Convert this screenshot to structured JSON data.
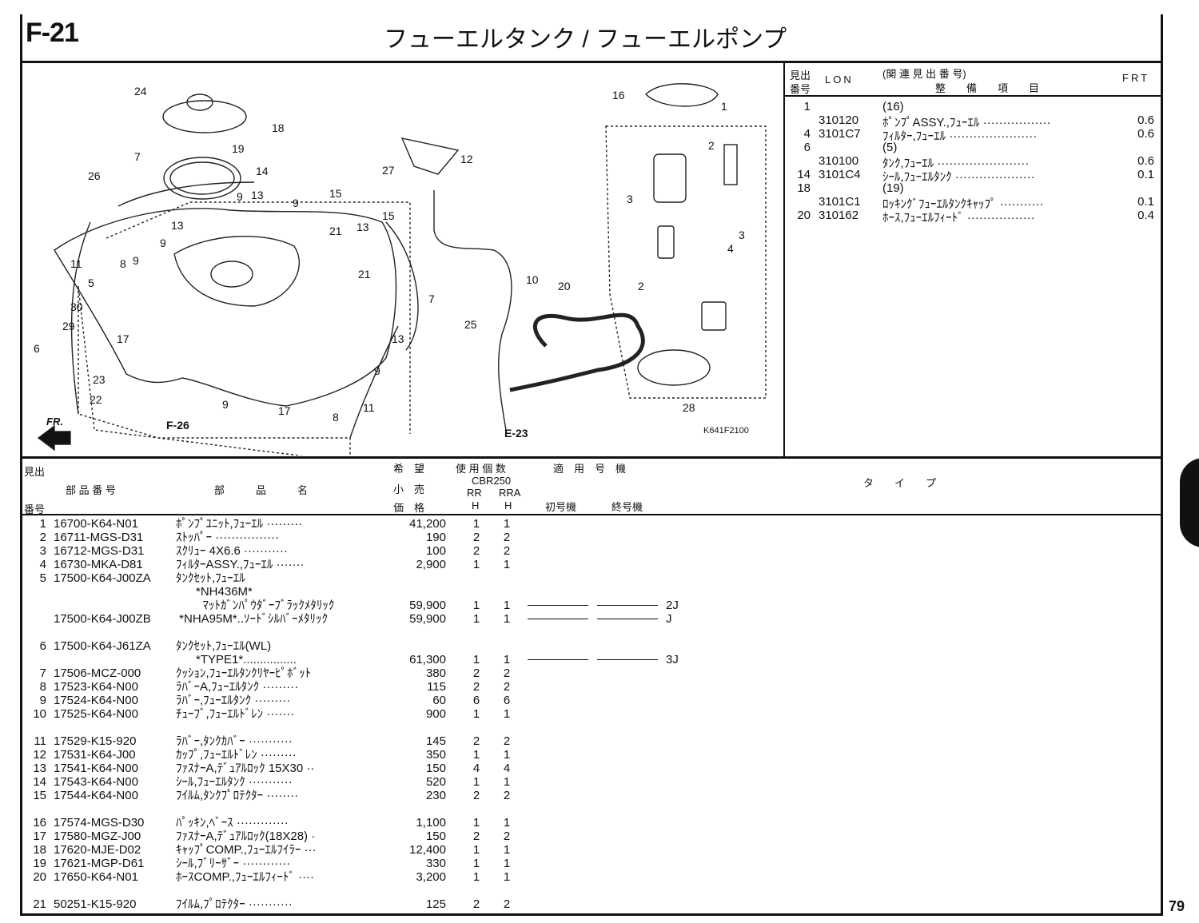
{
  "header": {
    "section_code": "F-21",
    "title": "フューエルタンク / フューエルポンプ"
  },
  "diagram": {
    "callouts": [
      "24",
      "18",
      "19",
      "7",
      "14",
      "26",
      "9",
      "13",
      "9",
      "15",
      "13",
      "21",
      "13",
      "15",
      "9",
      "11",
      "8",
      "9",
      "5",
      "21",
      "7",
      "30",
      "29",
      "17",
      "6",
      "13",
      "23",
      "22",
      "9",
      "11",
      "9",
      "17",
      "8",
      "25",
      "10",
      "27",
      "12",
      "16",
      "1",
      "2",
      "3",
      "3",
      "4",
      "2",
      "20",
      "28"
    ],
    "refs": {
      "f26": "F-26",
      "e23": "E-23",
      "front": "FR.",
      "drawing_code": "K641F2100"
    }
  },
  "frt_table": {
    "headers": {
      "index_1": "見出",
      "index_2": "番号",
      "lon": "LON",
      "related": "(関 連 見 出 番 号)",
      "item": "整　　備　　項　　目",
      "frt": "FRT"
    },
    "rows": [
      {
        "index": "1",
        "lon": "",
        "item": "(16)",
        "frt": ""
      },
      {
        "index": "",
        "lon": "310120",
        "item": "ﾎﾟﾝﾌﾟASSY.,ﾌｭｰｴﾙ ·················",
        "frt": "0.6"
      },
      {
        "index": "4",
        "lon": "3101C7",
        "item": "ﾌｨﾙﾀｰ,ﾌｭｰｴﾙ ······················",
        "frt": "0.6"
      },
      {
        "index": "6",
        "lon": "",
        "item": "(5)",
        "frt": ""
      },
      {
        "index": "",
        "lon": "310100",
        "item": "ﾀﾝｸ,ﾌｭｰｴﾙ ·······················",
        "frt": "0.6"
      },
      {
        "index": "14",
        "lon": "3101C4",
        "item": "ｼｰﾙ,ﾌｭｰｴﾙﾀﾝｸ ····················",
        "frt": "0.1"
      },
      {
        "index": "18",
        "lon": "",
        "item": "(19)",
        "frt": ""
      },
      {
        "index": "",
        "lon": "3101C1",
        "item": "ﾛｯｷﾝｸﾞﾌｭｰｴﾙﾀﾝｸｷｬｯﾌﾟ ···········",
        "frt": "0.1"
      },
      {
        "index": "20",
        "lon": "310162",
        "item": "ﾎｰｽ,ﾌｭｰｴﾙﾌｨｰﾄﾞ ·················",
        "frt": "0.4"
      }
    ]
  },
  "parts_table": {
    "headers": {
      "index_1": "見出",
      "index_2": "番号",
      "part_no": "部 品 番 号",
      "part_name": "部　　　品　　　名",
      "price_1": "希　望",
      "price_2": "小　売",
      "price_3": "価　格",
      "qty": "使 用 個 数",
      "model": "CBR250",
      "rr": "RR",
      "rra": "RRA",
      "h1": "H",
      "h2": "H",
      "applicable": "適　用　号　機",
      "first": "初号機",
      "last": "終号機",
      "type": "タ　　イ　　プ"
    },
    "rows": [
      {
        "no": "1",
        "part": "16700-K64-N01",
        "name": "ﾎﾟﾝﾌﾟﾕﾆｯﾄ,ﾌｭｰｴﾙ ·········",
        "price": "41,200",
        "rr": "1",
        "rra": "1",
        "type": ""
      },
      {
        "no": "2",
        "part": "16711-MGS-D31",
        "name": "ｽﾄｯﾊﾟｰ ················",
        "price": "190",
        "rr": "2",
        "rra": "2",
        "type": ""
      },
      {
        "no": "3",
        "part": "16712-MGS-D31",
        "name": "ｽｸﾘｭｰ 4X6.6 ···········",
        "price": "100",
        "rr": "2",
        "rra": "2",
        "type": ""
      },
      {
        "no": "4",
        "part": "16730-MKA-D81",
        "name": "ﾌｨﾙﾀｰASSY.,ﾌｭｰｴﾙ ·······",
        "price": "2,900",
        "rr": "1",
        "rra": "1",
        "type": ""
      },
      {
        "no": "5",
        "part": "17500-K64-J00ZA",
        "name": "ﾀﾝｸｾｯﾄ,ﾌｭｰｴﾙ",
        "price": "",
        "rr": "",
        "rra": "",
        "type": ""
      },
      {
        "no": "",
        "part": "",
        "name": "      *NH436M*",
        "price": "",
        "rr": "",
        "rra": "",
        "type": ""
      },
      {
        "no": "",
        "part": "",
        "name": "        ﾏｯﾄｶﾞﾝﾊﾟｳﾀﾞｰﾌﾞﾗｯｸﾒﾀﾘｯｸ",
        "price": "59,900",
        "rr": "1",
        "rra": "1",
        "type": "2J"
      },
      {
        "no": "",
        "part": "17500-K64-J00ZB",
        "name": " *NHA95M*..ｿｰﾄﾞｼﾙﾊﾞｰﾒﾀﾘｯｸ",
        "price": "59,900",
        "rr": "1",
        "rra": "1",
        "type": "J"
      },
      {
        "no": "6",
        "part": "17500-K64-J61ZA",
        "name": "ﾀﾝｸｾｯﾄ,ﾌｭｰｴﾙ(WL)",
        "price": "",
        "rr": "",
        "rra": "",
        "type": ""
      },
      {
        "no": "",
        "part": "",
        "name": "      *TYPE1*................",
        "price": "61,300",
        "rr": "1",
        "rra": "1",
        "type": "3J"
      },
      {
        "no": "7",
        "part": "17506-MCZ-000",
        "name": "ｸｯｼｮﾝ,ﾌｭｰｴﾙﾀﾝｸﾘﾔｰﾋﾟﾎﾞｯﾄ",
        "price": "380",
        "rr": "2",
        "rra": "2",
        "type": ""
      },
      {
        "no": "8",
        "part": "17523-K64-N00",
        "name": "ﾗﾊﾞｰA,ﾌｭｰｴﾙﾀﾝｸ ·········",
        "price": "115",
        "rr": "2",
        "rra": "2",
        "type": ""
      },
      {
        "no": "9",
        "part": "17524-K64-N00",
        "name": "ﾗﾊﾞｰ,ﾌｭｰｴﾙﾀﾝｸ ·········",
        "price": "60",
        "rr": "6",
        "rra": "6",
        "type": ""
      },
      {
        "no": "10",
        "part": "17525-K64-N00",
        "name": "ﾁｭｰﾌﾞ,ﾌｭｰｴﾙﾄﾞﾚﾝ ·······",
        "price": "900",
        "rr": "1",
        "rra": "1",
        "type": ""
      },
      {
        "no": "11",
        "part": "17529-K15-920",
        "name": "ﾗﾊﾞｰ,ﾀﾝｸｶﾊﾞｰ ···········",
        "price": "145",
        "rr": "2",
        "rra": "2",
        "type": ""
      },
      {
        "no": "12",
        "part": "17531-K64-J00",
        "name": "ｶｯﾌﾟ,ﾌｭｰｴﾙﾄﾞﾚﾝ ·········",
        "price": "350",
        "rr": "1",
        "rra": "1",
        "type": ""
      },
      {
        "no": "13",
        "part": "17541-K64-N00",
        "name": "ﾌｧｽﾅｰA,ﾃﾞｭｱﾙﾛｯｸ 15X30 ··",
        "price": "150",
        "rr": "4",
        "rra": "4",
        "type": ""
      },
      {
        "no": "14",
        "part": "17543-K64-N00",
        "name": "ｼｰﾙ,ﾌｭｰｴﾙﾀﾝｸ ···········",
        "price": "520",
        "rr": "1",
        "rra": "1",
        "type": ""
      },
      {
        "no": "15",
        "part": "17544-K64-N00",
        "name": "ﾌｲﾙﾑ,ﾀﾝｸﾌﾟﾛﾃｸﾀｰ ········",
        "price": "230",
        "rr": "2",
        "rra": "2",
        "type": ""
      },
      {
        "no": "16",
        "part": "17574-MGS-D30",
        "name": "ﾊﾟｯｷﾝ,ﾍﾞｰｽ ·············",
        "price": "1,100",
        "rr": "1",
        "rra": "1",
        "type": ""
      },
      {
        "no": "17",
        "part": "17580-MGZ-J00",
        "name": "ﾌｧｽﾅｰA,ﾃﾞｭｱﾙﾛｯｸ(18X28) ·",
        "price": "150",
        "rr": "2",
        "rra": "2",
        "type": ""
      },
      {
        "no": "18",
        "part": "17620-MJE-D02",
        "name": "ｷｬｯﾌﾟCOMP.,ﾌｭｰｴﾙﾌｲﾗｰ ···",
        "price": "12,400",
        "rr": "1",
        "rra": "1",
        "type": ""
      },
      {
        "no": "19",
        "part": "17621-MGP-D61",
        "name": "ｼｰﾙ,ﾌﾞﾘｰｻﾞｰ ············",
        "price": "330",
        "rr": "1",
        "rra": "1",
        "type": ""
      },
      {
        "no": "20",
        "part": "17650-K64-N01",
        "name": "ﾎｰｽCOMP.,ﾌｭｰｴﾙﾌｨｰﾄﾞ ····",
        "price": "3,200",
        "rr": "1",
        "rra": "1",
        "type": ""
      },
      {
        "no": "21",
        "part": "50251-K15-920",
        "name": "ﾌｲﾙﾑ,ﾌﾟﾛﾃｸﾀｰ ···········",
        "price": "125",
        "rr": "2",
        "rra": "2",
        "type": ""
      }
    ]
  },
  "footer": {
    "page_number": "79"
  }
}
